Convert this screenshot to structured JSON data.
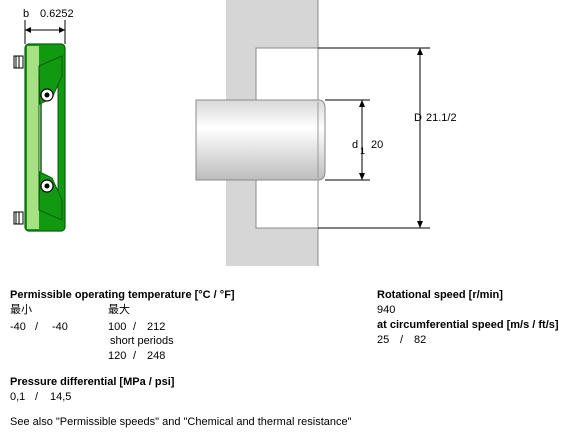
{
  "dimensions": {
    "b_label": "b",
    "b_value": "0.6252",
    "D_label": "D",
    "D_value": "21.1/2",
    "d1_label": "d",
    "d1_sub": "1",
    "d1_value": "20"
  },
  "colors": {
    "seal_green": "#129912",
    "seal_light_green": "#a8e084",
    "housing_gray": "#d6d6d6",
    "housing_edge": "#8a8a8a"
  },
  "temperature": {
    "heading": "Permissible operating temperature [°C / °F]",
    "min_label": "最小",
    "max_label": "最大",
    "min_c": "-40",
    "sep1": "/",
    "min_f": "-40",
    "max_c": "100",
    "sep2": "/",
    "max_f": "212",
    "short_periods_label": "short periods",
    "short_c": "120",
    "sep3": "/",
    "short_f": "248"
  },
  "rotational_speed": {
    "heading": "Rotational speed [r/min]",
    "value": "940"
  },
  "circumferential_speed": {
    "heading": "at circumferential speed [m/s / ft/s]",
    "ms": "25",
    "sep": "/",
    "fts": "82"
  },
  "pressure": {
    "heading": "Pressure differential [MPa / psi]",
    "mpa": "0,1",
    "sep": "/",
    "psi": "14,5"
  },
  "footer": {
    "text": "See also \"Permissible speeds\" and \"Chemical and thermal resistance\""
  }
}
